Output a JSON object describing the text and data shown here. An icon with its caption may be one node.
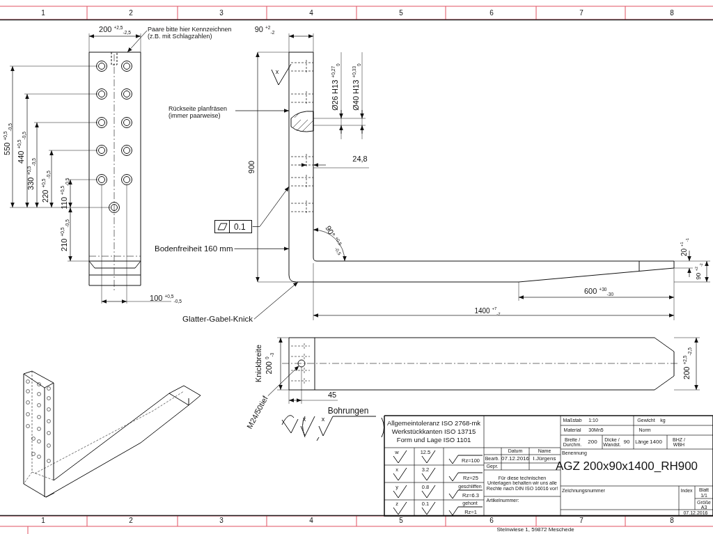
{
  "diagram": {
    "nodes": [
      {
        "text": [
          "Paare bitte hier Kennzeichnen (z.B. mit Schlagzahlen)"
        ]
      },
      {
        "text": [
          "Rückseite planfräsen (immer paarweise)"
        ]
      },
      {
        "text": [
          "0.1"
        ]
      },
      {
        "text": [
          "Bodenfreiheit 160 mm"
        ]
      },
      {
        "text": [
          "Glatter-Gabel-Knick"
        ]
      },
      {
        "text": [
          "M24/50tief"
        ]
      },
      {
        "text": [],
        "shape": "picture"
      },
      {
        "text": [],
        "shape": "picture"
      },
      {
        "text": [],
        "shape": "circle"
      }
    ],
    "edges": [
      {
        "from": 0,
        "to": 6,
        "arrow": "to"
      },
      {
        "from": 1,
        "to": 7,
        "arrow": "to"
      },
      {
        "from": 2,
        "to": 7,
        "arrow": "to"
      },
      {
        "from": 3,
        "to": 7,
        "arrow": "to"
      },
      {
        "from": 4,
        "to": 7,
        "arrow": "to"
      },
      {
        "from": 5,
        "to": 8,
        "arrow": "to"
      }
    ],
    "labels": [
      "1",
      "2",
      "3",
      "4",
      "5",
      "6",
      "7",
      "8",
      "1",
      "2",
      "3",
      "4",
      "5",
      "6",
      "7",
      "8",
      "200 $^{+2,5}$$_{-2,5}$",
      "550 $^{+0,5}$$_{-0,5}$",
      "440 $^{+0,5}$$_{-0,5}$",
      "330 $^{+0,5}$$_{-0,5}$",
      "220 $^{+0,5}$$_{-0,5}$",
      "110 $^{+0,5}$$_{-0,5}$",
      "210 $^{+0,5}$$_{-0,5}$",
      "100 $^{+0,5}$$_{-0,5}$",
      "90 $^{+2}$$_{-2}$",
      "900",
      "Ø26 H13 $^{+0,27}$$_{0}$",
      "Ø40 H13 $^{+0,33}$$_{0}$",
      "24,8",
      "x",
      "90° $^{+0,5}$$_{-0,5}$",
      "20 $^{+1}$$_{-1}$",
      "90 $^{+2}$$_{-2}$",
      "600 $^{+30}$$_{-30}$",
      "1400 $^{+7}$$_{-7}$",
      "Knickbreite",
      "200 $^{0}$$_{-3}$",
      "45",
      "200 $^{+2,5}$$_{-2,5}$",
      "Bohrungen",
      "x",
      "x",
      "Allgemeintoleranz ISO 2768-mk",
      "Werkstückkanten ISO 13715",
      "Form und Lage ISO 1101",
      "w",
      "12.5",
      "Rz=100",
      "x",
      "3.2",
      "Rz=25",
      "y",
      "0.8",
      "geschliffen",
      "Rz=6.3",
      "z",
      "0.1",
      "gehont",
      "Rz=1",
      "Datum",
      "Name",
      "Bearb.",
      "07.12.2016",
      "I.Jürgens",
      "Gepr.",
      "Für diese technischen Unterlagen behalten wir uns alle Rechte nach DIN ISO 16016 vor!",
      "Artikelnummer:",
      "Maßstab",
      "1:10",
      "Gewicht",
      "kg",
      "Material",
      "30Mn5",
      "Norm",
      "Breite / Durchm.",
      "200",
      "Dicke / Wandst.",
      "90",
      "Länge",
      "1400",
      "BHZ / WBH",
      "Benennung",
      "AGZ 200x90x1400_RH900",
      "Zeichnungsnummer",
      "Index",
      "Blatt",
      "1/1",
      "Größe",
      "A3",
      "07.12.2016",
      "Steinwiese 1, 59872 Meschede"
    ]
  }
}
